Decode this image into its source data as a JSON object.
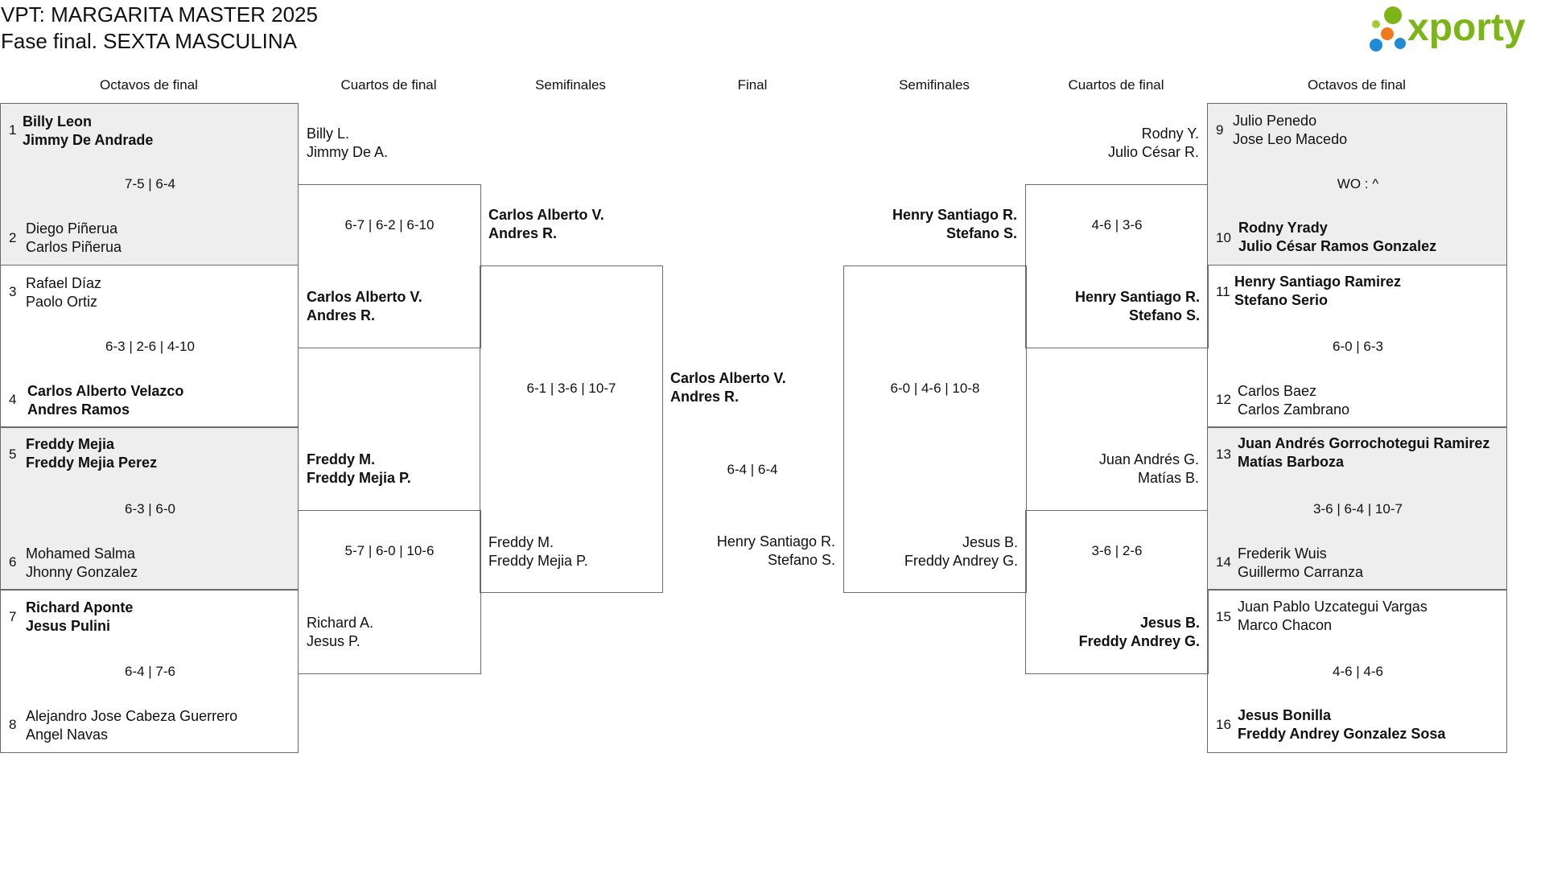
{
  "header": {
    "title_line1": "VPT: MARGARITA MASTER 2025",
    "title_line2": "Fase final. SEXTA MASCULINA",
    "logo_text": "xporty",
    "logo_colors": {
      "green": "#7cb518",
      "blue": "#1f8ad6",
      "orange": "#ee7a1c",
      "lime": "#9dcc2f"
    }
  },
  "columns": {
    "left_r16": "Octavos de final",
    "left_qf": "Cuartos de final",
    "left_sf": "Semifinales",
    "final": "Final",
    "right_sf": "Semifinales",
    "right_qf": "Cuartos de final",
    "right_r16": "Octavos de final"
  },
  "left_r16": [
    {
      "seed_a": "1",
      "a1": "Billy Leon",
      "a2": "Jimmy De Andrade",
      "a_winner": true,
      "score": "7-5 | 6-4",
      "seed_b": "2",
      "b1": "Diego Piñerua",
      "b2": "Carlos Piñerua",
      "b_winner": false,
      "shaded": true
    },
    {
      "seed_a": "3",
      "a1": "Rafael Díaz",
      "a2": "Paolo Ortiz",
      "a_winner": false,
      "score": "6-3 | 2-6 | 4-10",
      "seed_b": "4",
      "b1": "Carlos Alberto Velazco",
      "b2": "Andres Ramos",
      "b_winner": true,
      "shaded": false
    },
    {
      "seed_a": "5",
      "a1": "Freddy Mejia",
      "a2": "Freddy Mejia Perez",
      "a_winner": true,
      "score": "6-3 | 6-0",
      "seed_b": "6",
      "b1": "Mohamed Salma",
      "b2": "Jhonny Gonzalez",
      "b_winner": false,
      "shaded": true
    },
    {
      "seed_a": "7",
      "a1": "Richard Aponte",
      "a2": "Jesus Pulini",
      "a_winner": true,
      "score": "6-4 | 7-6",
      "seed_b": "8",
      "b1": "Alejandro Jose Cabeza Guerrero",
      "b2": "Angel Navas",
      "b_winner": false,
      "shaded": false
    }
  ],
  "right_r16": [
    {
      "seed_a": "9",
      "a1": "Julio Penedo",
      "a2": "Jose Leo Macedo",
      "a_winner": false,
      "score": "WO : ^",
      "seed_b": "10",
      "b1": "Rodny Yrady",
      "b2": "Julio César Ramos Gonzalez",
      "b_winner": true,
      "shaded": true
    },
    {
      "seed_a": "11",
      "a1": "Henry Santiago Ramirez",
      "a2": "Stefano Serio",
      "a_winner": true,
      "score": "6-0 | 6-3",
      "seed_b": "12",
      "b1": "Carlos Baez",
      "b2": "Carlos Zambrano",
      "b_winner": false,
      "shaded": false
    },
    {
      "seed_a": "13",
      "a1": "Juan Andrés Gorrochotegui Ramirez",
      "a2": "Matías Barboza",
      "a_winner": true,
      "score": "3-6 | 6-4 | 10-7",
      "seed_b": "14",
      "b1": "Frederik Wuis",
      "b2": "Guillermo Carranza",
      "b_winner": false,
      "shaded": true
    },
    {
      "seed_a": "15",
      "a1": "Juan Pablo Uzcategui Vargas",
      "a2": "Marco Chacon",
      "a_winner": false,
      "score": "4-6 | 4-6",
      "seed_b": "16",
      "b1": "Jesus Bonilla",
      "b2": "Freddy Andrey Gonzalez Sosa",
      "b_winner": true,
      "shaded": false
    }
  ],
  "left_qf": [
    {
      "a1": "Billy L.",
      "a2": "Jimmy De A.",
      "a_winner": false,
      "score": "6-7 | 6-2 | 6-10",
      "b1": "Carlos Alberto V.",
      "b2": "Andres R.",
      "b_winner": true
    },
    {
      "a1": "Freddy M.",
      "a2": "Freddy Mejia P.",
      "a_winner": true,
      "score": "5-7 | 6-0 | 10-6",
      "b1": "Richard A.",
      "b2": "Jesus P.",
      "b_winner": false
    }
  ],
  "right_qf": [
    {
      "a1": "Rodny Y.",
      "a2": "Julio César R.",
      "a_winner": false,
      "score": "4-6 | 3-6",
      "b1": "Henry Santiago R.",
      "b2": "Stefano S.",
      "b_winner": true
    },
    {
      "a1": "Juan Andrés G.",
      "a2": "Matías B.",
      "a_winner": false,
      "score": "3-6 | 2-6",
      "b1": "Jesus B.",
      "b2": "Freddy Andrey G.",
      "b_winner": true
    }
  ],
  "left_sf": {
    "a1": "Carlos Alberto V.",
    "a2": "Andres R.",
    "a_winner": true,
    "score": "6-1 | 3-6 | 10-7",
    "b1": "Freddy M.",
    "b2": "Freddy Mejia P.",
    "b_winner": false
  },
  "right_sf": {
    "a1": "Henry Santiago R.",
    "a2": "Stefano S.",
    "a_winner": true,
    "score": "6-0 | 4-6 | 10-8",
    "b1": "Jesus B.",
    "b2": "Freddy Andrey G.",
    "b_winner": false
  },
  "final": {
    "a1": "Carlos Alberto V.",
    "a2": "Andres R.",
    "a_winner": true,
    "score": "6-4 | 6-4",
    "b1": "Henry Santiago R.",
    "b2": "Stefano S.",
    "b_winner": false
  }
}
